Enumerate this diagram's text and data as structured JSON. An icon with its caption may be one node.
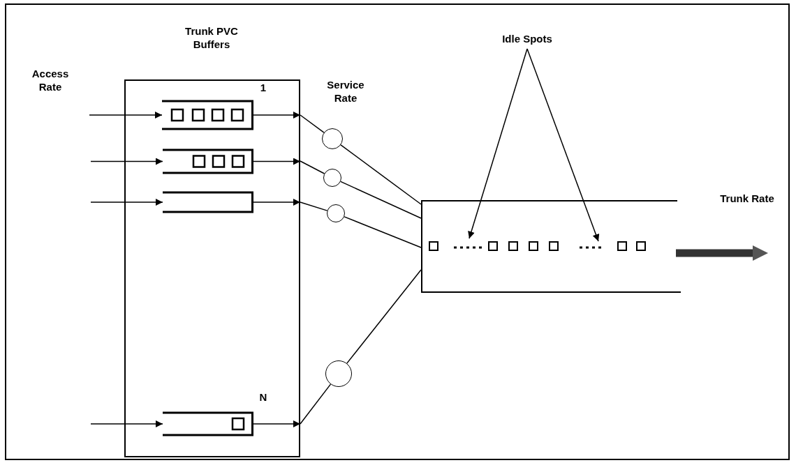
{
  "diagram": {
    "nodes": [
      {
        "text": [
          "Trunk PVC Buffers"
        ]
      },
      {
        "text": [],
        "shape": "box",
        "in": 0
      },
      {
        "text": [],
        "shape": "box",
        "in": 0
      },
      {
        "text": [],
        "shape": "box",
        "in": 0
      },
      {
        "text": [],
        "shape": "box",
        "in": 0
      },
      {
        "text": [],
        "shape": "circle"
      },
      {
        "text": [],
        "shape": "circle"
      },
      {
        "text": [],
        "shape": "circle"
      },
      {
        "text": [],
        "shape": "circle"
      },
      {
        "text": [],
        "shape": "box"
      },
      {
        "text": [
          "Idle Spots"
        ]
      }
    ],
    "edges": [
      {
        "from": null,
        "to": 1,
        "arrow": "to"
      },
      {
        "from": null,
        "to": 2,
        "arrow": "to"
      },
      {
        "from": null,
        "to": 3,
        "arrow": "to"
      },
      {
        "from": null,
        "to": 4,
        "arrow": "to"
      },
      {
        "from": 1,
        "to": 0,
        "arrow": "to"
      },
      {
        "from": 2,
        "to": 0,
        "arrow": "to"
      },
      {
        "from": 3,
        "to": 0,
        "arrow": "to"
      },
      {
        "from": 4,
        "to": 0,
        "arrow": "to"
      },
      {
        "from": 0,
        "to": 5,
        "arrow": "none"
      },
      {
        "from": 0,
        "to": 6,
        "arrow": "none"
      },
      {
        "from": 0,
        "to": 7,
        "arrow": "none"
      },
      {
        "from": 0,
        "to": 8,
        "arrow": "none"
      },
      {
        "from": 5,
        "to": 9,
        "arrow": "none"
      },
      {
        "from": 6,
        "to": 9,
        "arrow": "none"
      },
      {
        "from": 7,
        "to": 9,
        "arrow": "none"
      },
      {
        "from": 8,
        "to": 9,
        "arrow": "none"
      },
      {
        "from": 10,
        "to": 9,
        "arrow": "to"
      },
      {
        "from": 10,
        "to": 9,
        "arrow": "to"
      },
      {
        "from": 9,
        "to": null,
        "arrow": "to",
        "style": "thick"
      }
    ],
    "labels": [
      "Access Rate",
      "1",
      "Service Rate",
      "N",
      "Trunk Rate"
    ]
  }
}
